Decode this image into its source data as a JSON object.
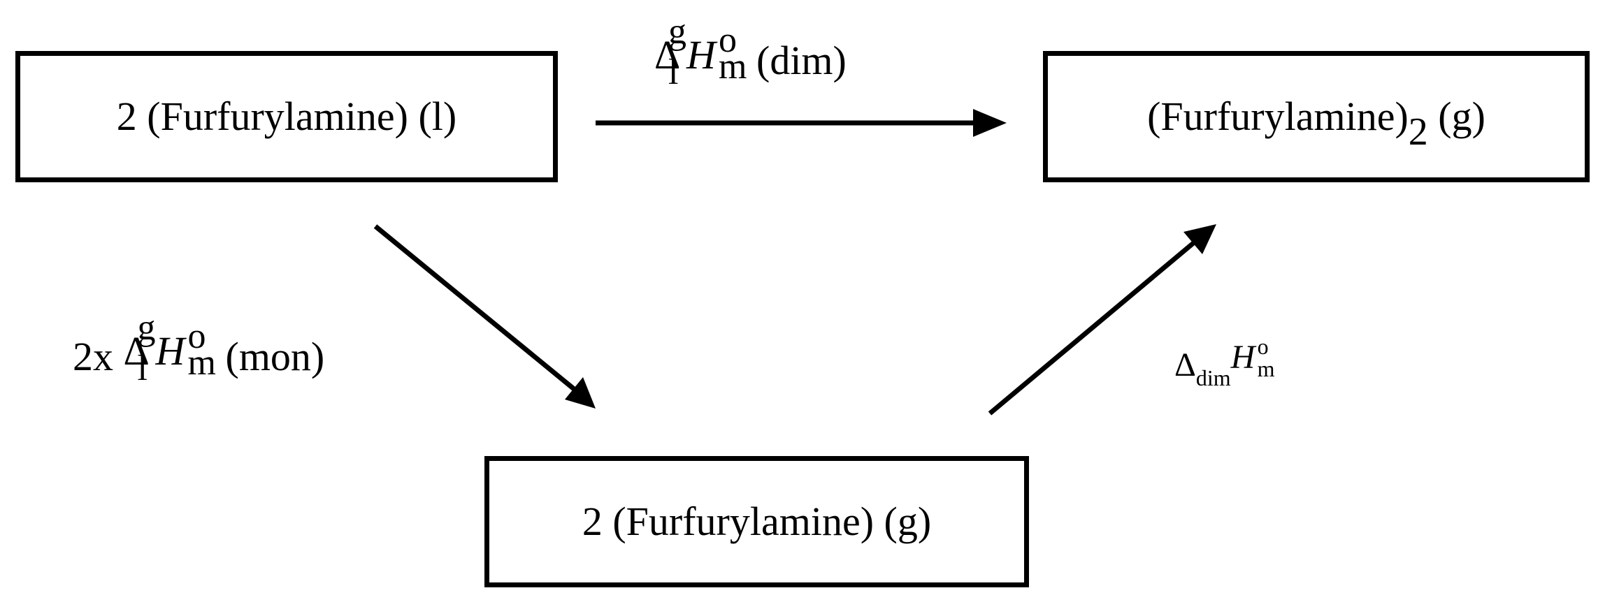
{
  "boxes": {
    "top_left": {
      "text": "2 (Furfurylamine) (l)"
    },
    "top_right": {
      "main": "(Furfurylamine)",
      "subscript": "2",
      "phase": " (g)"
    },
    "bottom": {
      "text": "2 (Furfurylamine) (g)"
    }
  },
  "labels": {
    "top": {
      "delta": "Δ",
      "sup": "g",
      "sub": "l",
      "h": "H",
      "h_sup": "o",
      "h_sub": "m",
      "tail": "(dim)"
    },
    "left": {
      "prefix": "2x ",
      "delta": "Δ",
      "sup": "g",
      "sub": "l",
      "h": "H",
      "h_sup": "o",
      "h_sub": "m",
      "tail": "(mon)"
    },
    "right": {
      "delta": "Δ",
      "sub": "dim",
      "h": "H",
      "h_sup": "o",
      "h_sub": "m"
    }
  }
}
